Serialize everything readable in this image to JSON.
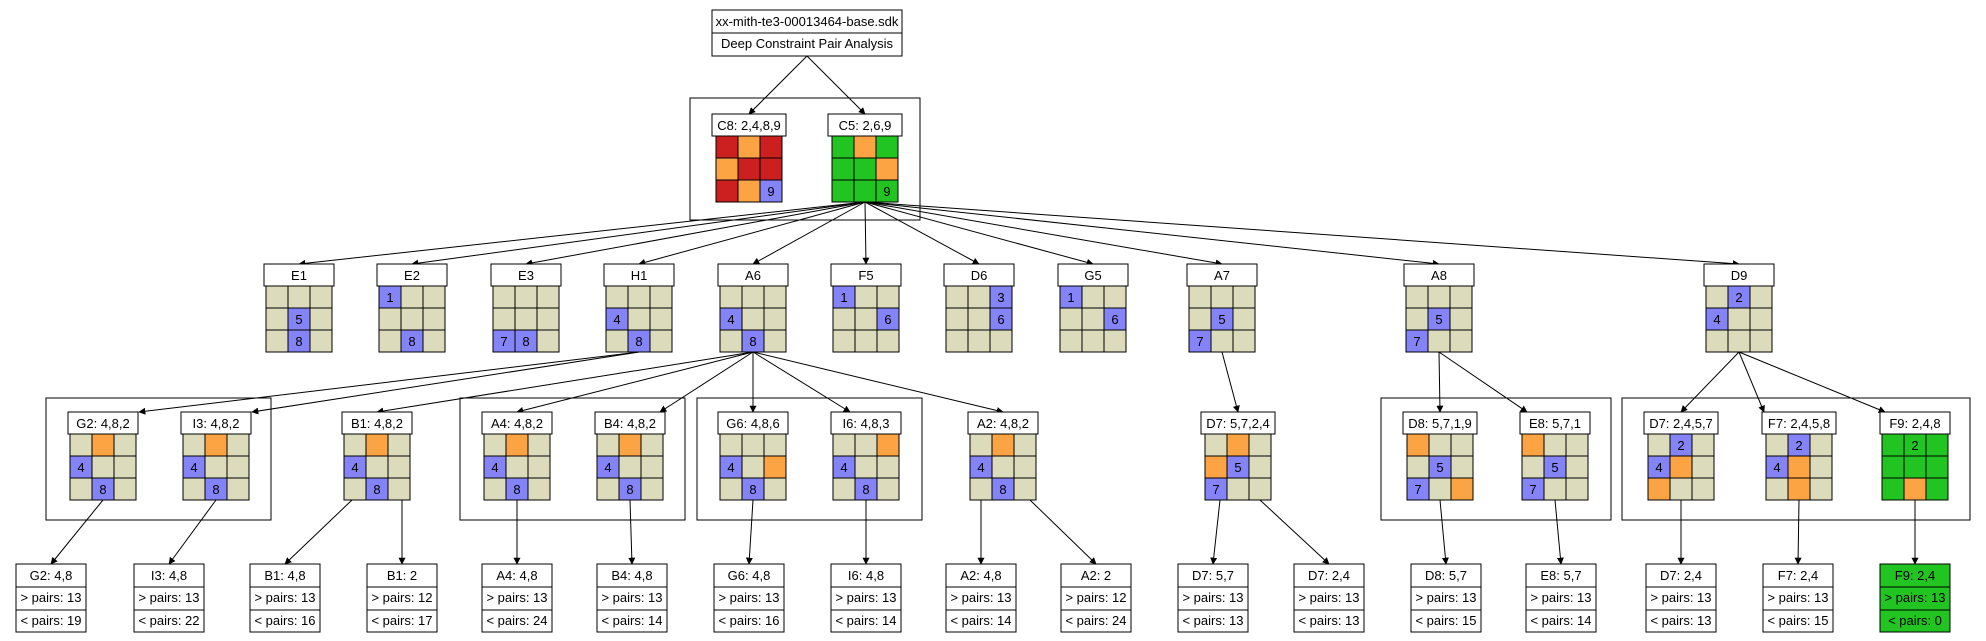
{
  "colors": {
    "empty": "#dcdcbc",
    "blue": "#8484f8",
    "orange": "#fca444",
    "red": "#cc2020",
    "green": "#22c422",
    "stroke": "#000000",
    "background": "#ffffff"
  },
  "root": {
    "title": "xx-mith-te3-00013464-base.sdk",
    "subtitle": "Deep Constraint Pair Analysis"
  },
  "pair_nodes": [
    {
      "id": "C8",
      "label": "C8: 2,4,8,9",
      "cells": [
        "R",
        "O",
        "R",
        "O",
        "R",
        "R",
        "R",
        "O",
        "9"
      ],
      "fill": "red"
    },
    {
      "id": "C5",
      "label": "C5: 2,6,9",
      "cells": [
        "G",
        "O",
        "G",
        "G",
        "G",
        "O",
        "G",
        "G",
        "9"
      ],
      "fill": "green"
    }
  ],
  "cell_nodes": [
    {
      "id": "E1",
      "label": "E1",
      "cells": [
        "",
        "",
        "",
        "",
        "5",
        "",
        "",
        "8",
        ""
      ]
    },
    {
      "id": "E2",
      "label": "E2",
      "cells": [
        "1",
        "",
        "",
        "",
        "",
        "",
        "",
        "8",
        ""
      ]
    },
    {
      "id": "E3",
      "label": "E3",
      "cells": [
        "",
        "",
        "",
        "",
        "",
        "",
        "7",
        "8",
        ""
      ]
    },
    {
      "id": "H1",
      "label": "H1",
      "cells": [
        "",
        "",
        "",
        "4",
        "",
        "",
        "",
        "8",
        ""
      ]
    },
    {
      "id": "A6",
      "label": "A6",
      "cells": [
        "",
        "",
        "",
        "4",
        "",
        "",
        "",
        "8",
        ""
      ]
    },
    {
      "id": "F5",
      "label": "F5",
      "cells": [
        "1",
        "",
        "",
        "",
        "",
        "6",
        "",
        "",
        ""
      ]
    },
    {
      "id": "D6",
      "label": "D6",
      "cells": [
        "",
        "",
        "3",
        "",
        "",
        "6",
        "",
        "",
        ""
      ]
    },
    {
      "id": "G5",
      "label": "G5",
      "cells": [
        "1",
        "",
        "",
        "",
        "",
        "6",
        "",
        "",
        ""
      ]
    },
    {
      "id": "A7",
      "label": "A7",
      "cells": [
        "",
        "",
        "",
        "",
        "5",
        "",
        "7",
        "",
        ""
      ]
    },
    {
      "id": "A8",
      "label": "A8",
      "cells": [
        "",
        "",
        "",
        "",
        "5",
        "",
        "7",
        "",
        ""
      ]
    },
    {
      "id": "D9",
      "label": "D9",
      "cells": [
        "",
        "2",
        "",
        "4",
        "",
        "",
        "",
        "",
        ""
      ]
    }
  ],
  "group_nodes": [
    {
      "id": "G2",
      "label": "G2: 4,8,2",
      "cells": [
        "",
        "O",
        "",
        "4",
        "",
        "",
        "",
        "8",
        ""
      ]
    },
    {
      "id": "I3",
      "label": "I3: 4,8,2",
      "cells": [
        "",
        "O",
        "",
        "4",
        "",
        "",
        "",
        "8",
        ""
      ]
    },
    {
      "id": "B1",
      "label": "B1: 4,8,2",
      "cells": [
        "",
        "O",
        "",
        "4",
        "",
        "",
        "",
        "8",
        ""
      ]
    },
    {
      "id": "A4",
      "label": "A4: 4,8,2",
      "cells": [
        "",
        "O",
        "",
        "4",
        "",
        "",
        "",
        "8",
        ""
      ]
    },
    {
      "id": "B4",
      "label": "B4: 4,8,2",
      "cells": [
        "",
        "O",
        "",
        "4",
        "",
        "",
        "",
        "8",
        ""
      ]
    },
    {
      "id": "G6",
      "label": "G6: 4,8,6",
      "cells": [
        "",
        "",
        "",
        "4",
        "",
        "O",
        "",
        "8",
        ""
      ]
    },
    {
      "id": "I6",
      "label": "I6: 4,8,3",
      "cells": [
        "",
        "",
        "O",
        "4",
        "",
        "",
        "",
        "8",
        ""
      ]
    },
    {
      "id": "A2",
      "label": "A2: 4,8,2",
      "cells": [
        "",
        "O",
        "",
        "4",
        "",
        "",
        "",
        "8",
        ""
      ]
    },
    {
      "id": "D7a",
      "label": "D7: 5,7,2,4",
      "cells": [
        "",
        "O",
        "",
        "O",
        "5",
        "",
        "7",
        "",
        ""
      ]
    },
    {
      "id": "D8",
      "label": "D8: 5,7,1,9",
      "cells": [
        "O",
        "",
        "",
        "",
        "5",
        "",
        "7",
        "",
        "O"
      ]
    },
    {
      "id": "E8",
      "label": "E8: 5,7,1",
      "cells": [
        "O",
        "",
        "",
        "",
        "5",
        "",
        "7",
        "",
        ""
      ]
    },
    {
      "id": "D7b",
      "label": "D7: 2,4,5,7",
      "cells": [
        "",
        "2",
        "",
        "4",
        "O",
        "",
        "O",
        "",
        ""
      ]
    },
    {
      "id": "F7",
      "label": "F7: 2,4,5,8",
      "cells": [
        "",
        "2",
        "",
        "4",
        "O",
        "",
        "",
        "O",
        ""
      ]
    },
    {
      "id": "F9",
      "label": "F9: 2,4,8",
      "cells": [
        "G",
        "2",
        "G",
        "G",
        "G",
        "G",
        "G",
        "O",
        "G"
      ],
      "fill": "green"
    }
  ],
  "results": [
    {
      "id": "r-g2",
      "title": "G2: 4,8",
      "gt": "> pairs: 13",
      "lt": "< pairs: 19"
    },
    {
      "id": "r-i3",
      "title": "I3: 4,8",
      "gt": "> pairs: 13",
      "lt": "< pairs: 22"
    },
    {
      "id": "r-b1a",
      "title": "B1: 4,8",
      "gt": "> pairs: 13",
      "lt": "< pairs: 16"
    },
    {
      "id": "r-b1b",
      "title": "B1: 2",
      "gt": "> pairs: 12",
      "lt": "< pairs: 17"
    },
    {
      "id": "r-a4",
      "title": "A4: 4,8",
      "gt": "> pairs: 13",
      "lt": "< pairs: 24"
    },
    {
      "id": "r-b4",
      "title": "B4: 4,8",
      "gt": "> pairs: 13",
      "lt": "< pairs: 14"
    },
    {
      "id": "r-g6",
      "title": "G6: 4,8",
      "gt": "> pairs: 13",
      "lt": "< pairs: 16"
    },
    {
      "id": "r-i6",
      "title": "I6: 4,8",
      "gt": "> pairs: 13",
      "lt": "< pairs: 14"
    },
    {
      "id": "r-a2a",
      "title": "A2: 4,8",
      "gt": "> pairs: 13",
      "lt": "< pairs: 14"
    },
    {
      "id": "r-a2b",
      "title": "A2: 2",
      "gt": "> pairs: 12",
      "lt": "< pairs: 24"
    },
    {
      "id": "r-d7a",
      "title": "D7: 5,7",
      "gt": "> pairs: 13",
      "lt": "< pairs: 13"
    },
    {
      "id": "r-d7b",
      "title": "D7: 2,4",
      "gt": "> pairs: 13",
      "lt": "< pairs: 13"
    },
    {
      "id": "r-d8",
      "title": "D8: 5,7",
      "gt": "> pairs: 13",
      "lt": "< pairs: 15"
    },
    {
      "id": "r-e8",
      "title": "E8: 5,7",
      "gt": "> pairs: 13",
      "lt": "< pairs: 14"
    },
    {
      "id": "r-d7c",
      "title": "D7: 2,4",
      "gt": "> pairs: 13",
      "lt": "< pairs: 13"
    },
    {
      "id": "r-f7",
      "title": "F7: 2,4",
      "gt": "> pairs: 13",
      "lt": "< pairs: 15"
    },
    {
      "id": "r-f9",
      "title": "F9: 2,4",
      "gt": "> pairs: 13",
      "lt": "< pairs: 0",
      "fill": "green"
    }
  ]
}
